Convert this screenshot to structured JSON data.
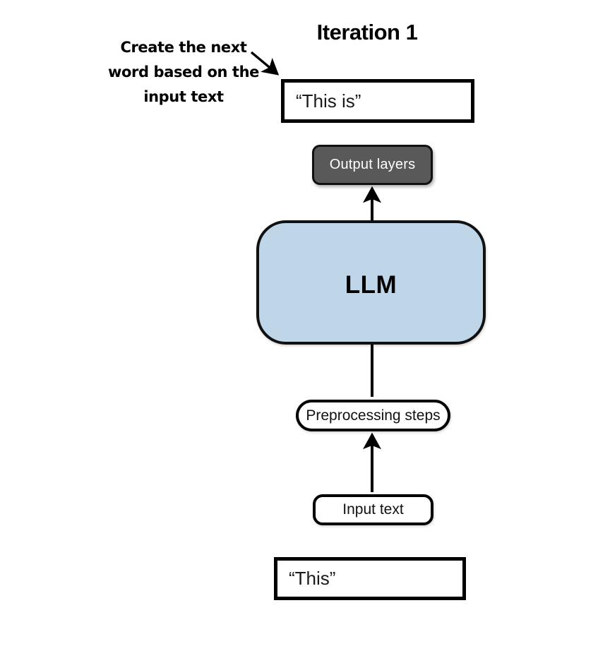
{
  "title": "Iteration 1",
  "annotation": {
    "name": "create-next-word-note",
    "lines": [
      "Create the next",
      "word based on the",
      "input text"
    ],
    "line1": "Create the next",
    "line2": "word based on the",
    "line3": "input text"
  },
  "nodes": {
    "output_box": {
      "label": "“This is”",
      "role": "generated-output-text",
      "border_color": "#000000",
      "fill": "#ffffff"
    },
    "output_layers": {
      "label": "Output layers",
      "fill": "#595959",
      "text_color": "#ffffff",
      "border_color": "#111111"
    },
    "llm": {
      "label": "LLM",
      "fill": "#bfd5e8",
      "text_color": "#000000",
      "border_color": "#111111"
    },
    "preprocessing": {
      "label": "Preprocessing steps",
      "fill": "#ffffff",
      "border_color": "#000000"
    },
    "input_node": {
      "label": "Input text",
      "fill": "#ffffff",
      "border_color": "#000000"
    },
    "input_box": {
      "label": "“This”",
      "role": "source-input-text",
      "border_color": "#000000",
      "fill": "#ffffff"
    }
  },
  "arrows": [
    {
      "name": "annotation-arrow",
      "from": "annotation",
      "to": "output-box",
      "style": "diagonal"
    },
    {
      "name": "llm-to-output-layers-arrow",
      "from": "llm",
      "to": "output-layers",
      "style": "vertical-up"
    },
    {
      "name": "preprocessing-to-llm-arrow",
      "from": "preprocessing",
      "to": "llm",
      "style": "vertical-up"
    },
    {
      "name": "input-to-preprocessing-arrow",
      "from": "input-text",
      "to": "preprocessing",
      "style": "vertical-up"
    }
  ],
  "colors": {
    "background": "#ffffff",
    "line": "#000000",
    "llm_fill": "#bfd5e8",
    "output_layers_fill": "#595959"
  }
}
